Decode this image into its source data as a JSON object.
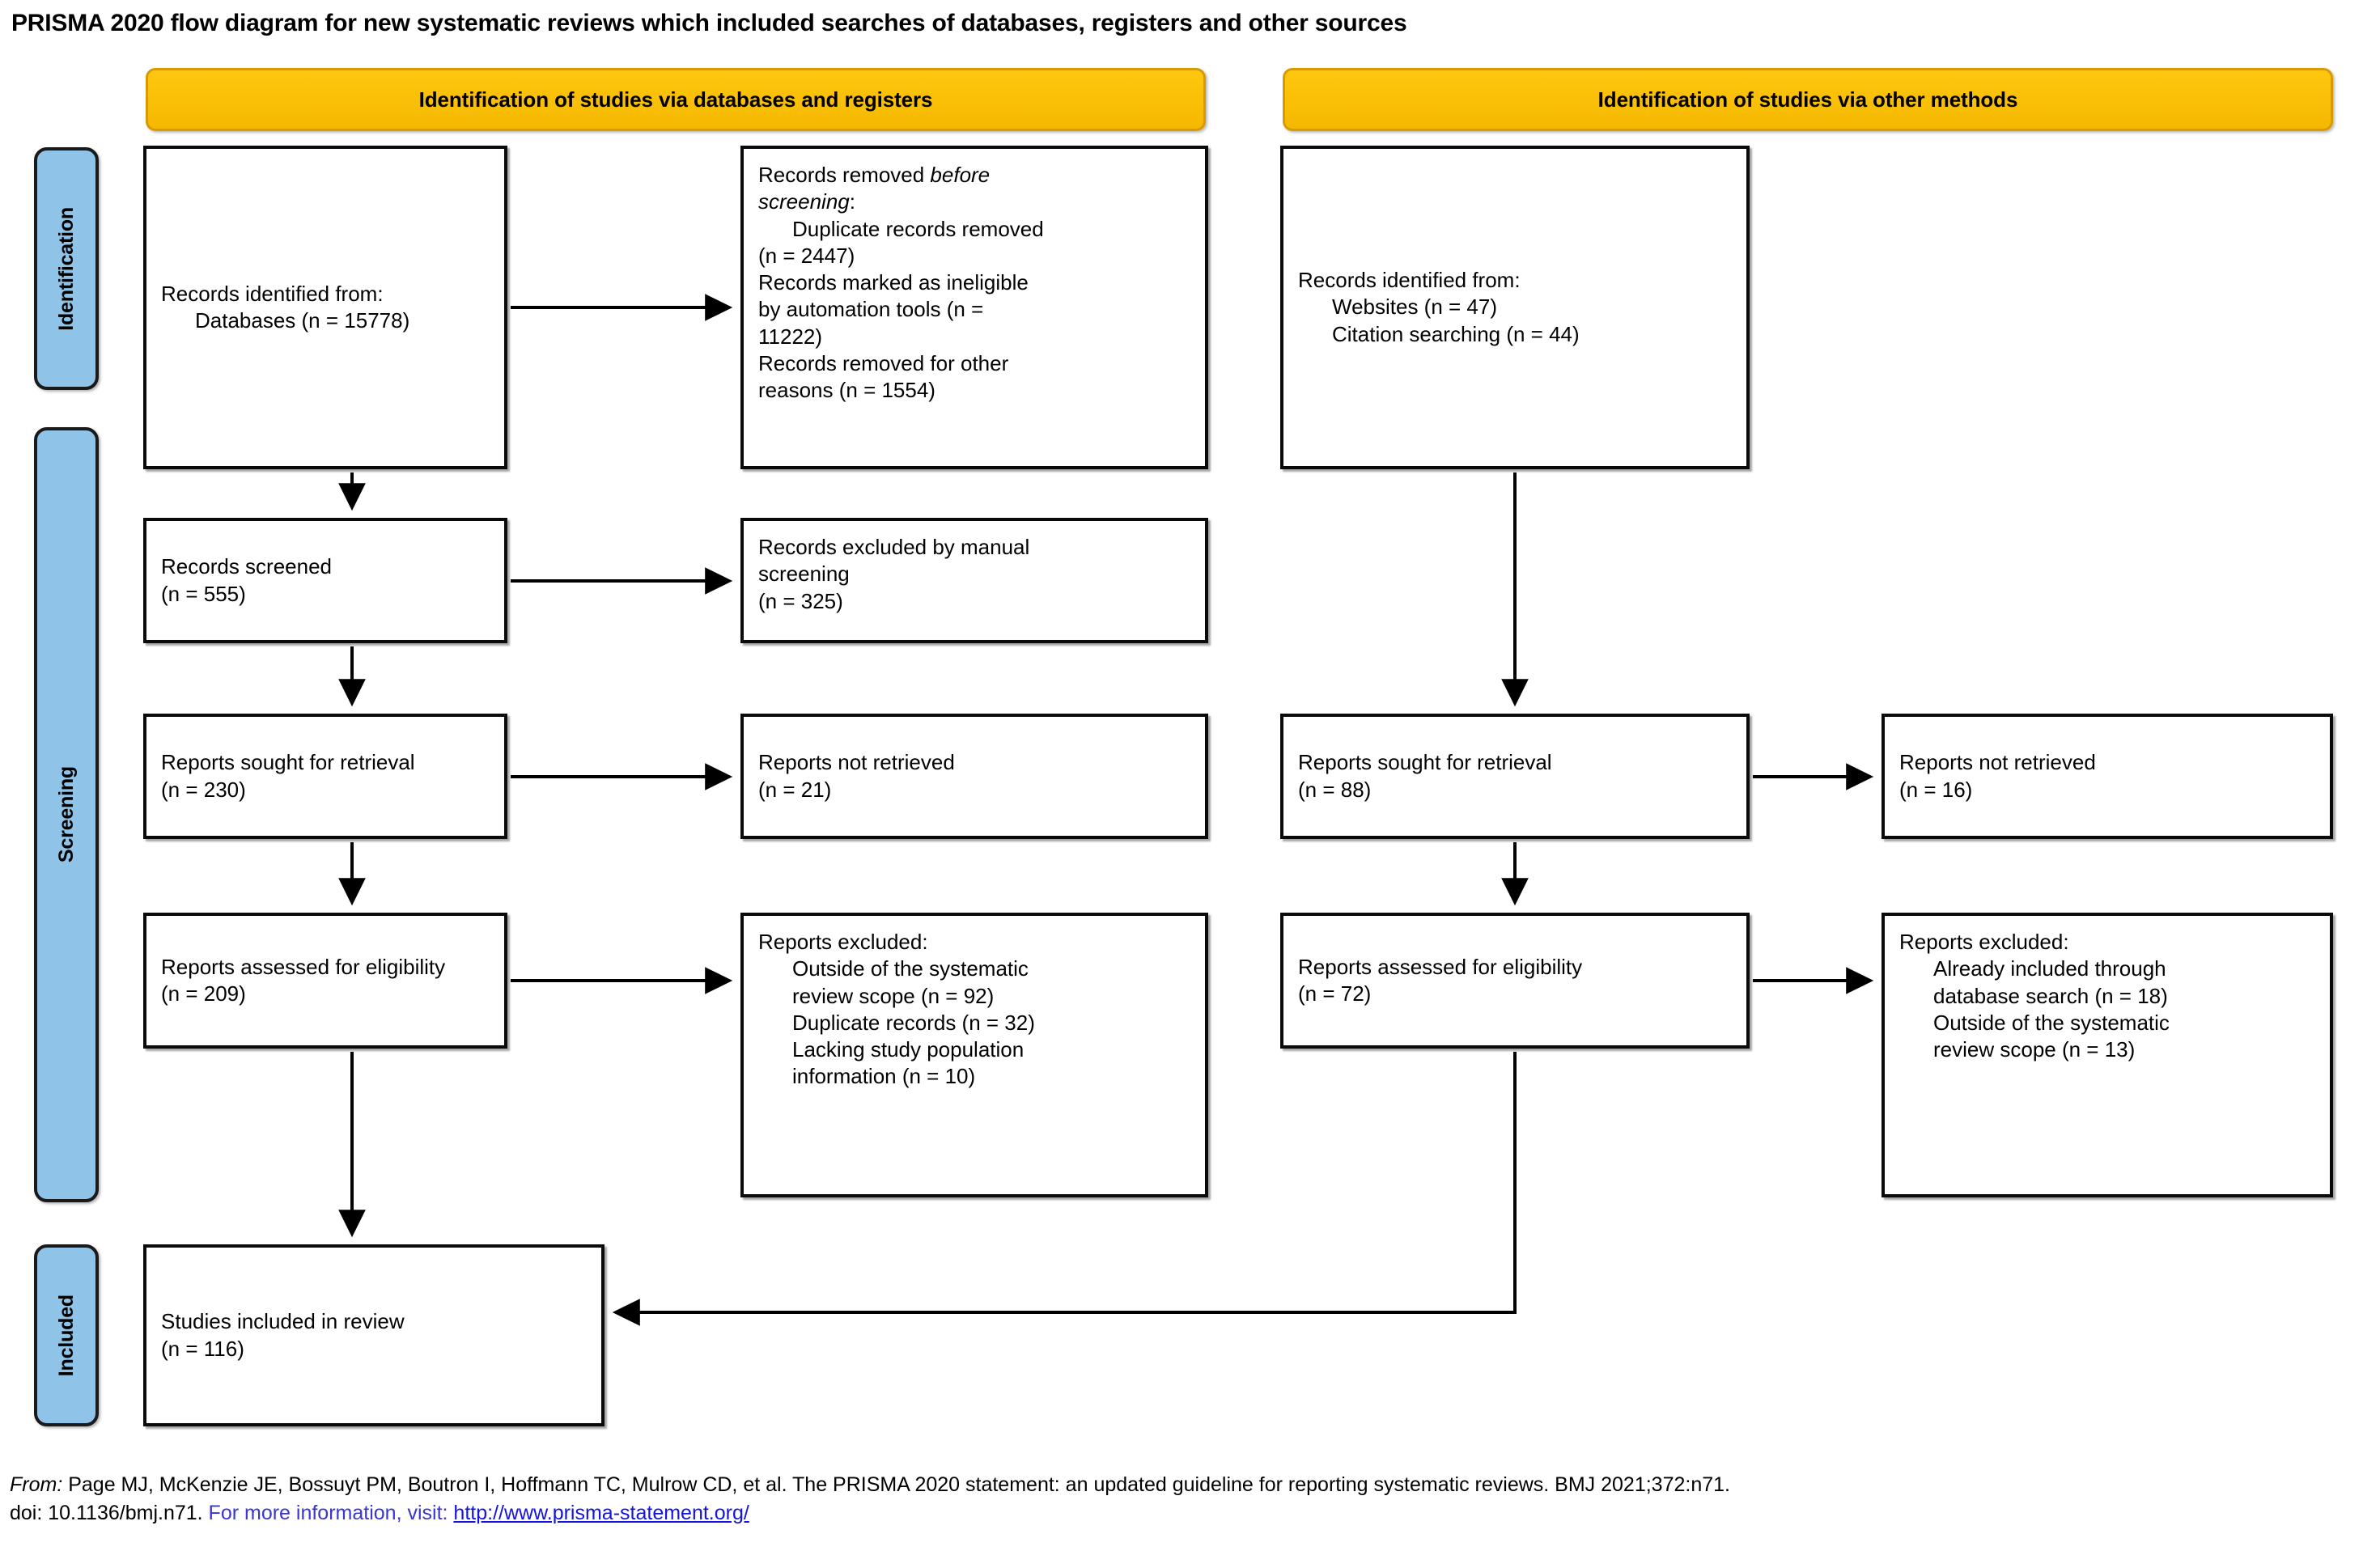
{
  "title": "PRISMA 2020 flow diagram for new systematic reviews which included searches of databases, registers and other sources",
  "colors": {
    "header_fill": "#FFC70F",
    "header_border": "#D79B00",
    "stage_tab_fill": "#8FC4E8",
    "box_border": "#0A0A0A",
    "link": "#1414E0"
  },
  "column_headers": {
    "databases": "Identification of studies via databases and registers",
    "other": "Identification of studies via other methods"
  },
  "stages": [
    {
      "id": "identification",
      "label": "Identification"
    },
    {
      "id": "screening",
      "label": "Screening"
    },
    {
      "id": "included",
      "label": "Included"
    }
  ],
  "boxes": {
    "identified_db": {
      "l1": "Records identified from:",
      "l2": "Databases (n = 15778)"
    },
    "removed_before": {
      "l1a": "Records removed ",
      "l1b": "before",
      "l2a": "screening",
      "l2b": ":",
      "l3": "Duplicate records removed",
      "l4": "(n = 2447)",
      "l5": "Records marked as ineligible",
      "l6": "by automation tools (n =",
      "l7": "11222)",
      "l8": "Records removed for other",
      "l9": "reasons (n = 1554)"
    },
    "records_screened": {
      "l1": "Records screened",
      "l2": "(n = 555)"
    },
    "records_excluded": {
      "l1": "Records excluded by manual",
      "l2": "screening",
      "l3": "(n = 325)"
    },
    "sought_db": {
      "l1": "Reports sought for retrieval",
      "l2": "(n = 230)"
    },
    "not_retrieved_db": {
      "l1": "Reports not retrieved",
      "l2": "(n = 21)"
    },
    "eligibility_db": {
      "l1": "Reports assessed for eligibility",
      "l2": "(n = 209)"
    },
    "excluded_db": {
      "l1": "Reports excluded:",
      "l2": "Outside of the systematic",
      "l3": "review scope (n = 92)",
      "l4": "Duplicate records (n = 32)",
      "l5": "Lacking study population",
      "l6": "information (n = 10)"
    },
    "included": {
      "l1": "Studies included in review",
      "l2": "(n = 116)"
    },
    "identified_other": {
      "l1": "Records identified from:",
      "l2": "Websites (n = 47)",
      "l3": "Citation searching (n = 44)"
    },
    "sought_other": {
      "l1": "Reports sought for retrieval",
      "l2": "(n = 88)"
    },
    "not_retrieved_other": {
      "l1": "Reports not retrieved",
      "l2": "(n = 16)"
    },
    "eligibility_other": {
      "l1": "Reports assessed for eligibility",
      "l2": "(n = 72)"
    },
    "excluded_other": {
      "l1": "Reports excluded:",
      "l2": "Already included through",
      "l3": "database search (n = 18)",
      "l4": "Outside of the systematic",
      "l5": "review scope (n = 13)"
    }
  },
  "footer": {
    "from_label": "From:",
    "citation": "  Page MJ, McKenzie JE, Bossuyt PM, Boutron I, Hoffmann TC, Mulrow CD, et al. The PRISMA 2020 statement: an updated guideline for reporting systematic reviews. BMJ 2021;372:n71.",
    "doi": "doi: 10.1136/bmj.n71.",
    "link_lead": " For more information, visit: ",
    "link_url": "http://www.prisma-statement.org/"
  },
  "flow_data": {
    "type": "flow-diagram",
    "databases_branch": {
      "records_identified_databases": 15778,
      "duplicate_records_removed": 2447,
      "records_marked_ineligible_automation": 11222,
      "records_removed_other_reasons": 1554,
      "records_screened": 555,
      "records_excluded_manual_screening": 325,
      "reports_sought_for_retrieval": 230,
      "reports_not_retrieved": 21,
      "reports_assessed_for_eligibility": 209,
      "excluded_outside_scope": 92,
      "excluded_duplicate_records": 32,
      "excluded_lacking_population_info": 10
    },
    "other_methods_branch": {
      "records_identified_websites": 47,
      "records_identified_citation_searching": 44,
      "reports_sought_for_retrieval": 88,
      "reports_not_retrieved": 16,
      "reports_assessed_for_eligibility": 72,
      "excluded_already_included_database_search": 18,
      "excluded_outside_scope": 13
    },
    "studies_included_in_review": 116
  }
}
